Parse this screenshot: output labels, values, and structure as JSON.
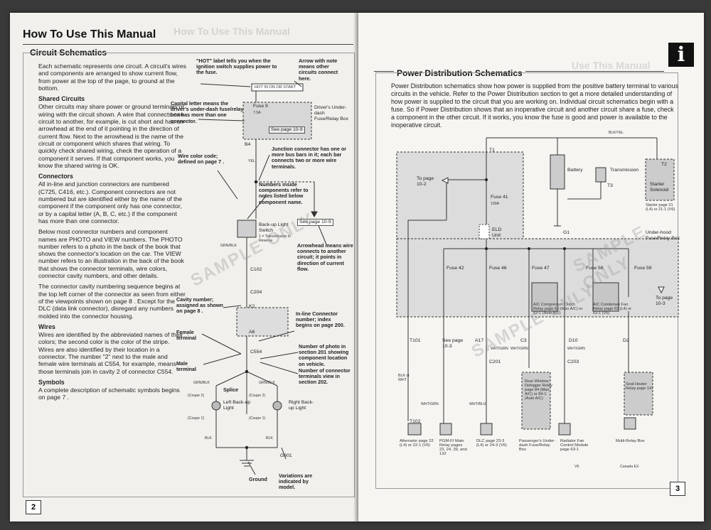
{
  "left_page": {
    "title": "How To Use This Manual",
    "ghost_title": "How To Use This Manual",
    "section": "Circuit Schematics",
    "intro": "Each schematic represents one circuit. A circuit's wires and components are arranged to show current flow, from power at the top of the page, to ground at the bottom.",
    "shared_heading": "Shared Circuits",
    "shared_text": "Other circuits may share power or ground terminals or wiring with the circuit shown. A wire that connects one circuit to another, for example, is cut short and has an arrowhead at the end of it pointing in the direction of current flow. Next to the arrowhead is the name of the circuit or component which shares that wiring. To quickly check shared wiring, check the operation of a component it serves. If that component works, you know the shared wiring is OK.",
    "connectors_heading": "Connectors",
    "connectors_text": "All in-line and junction connectors are numbered (C725, C416, etc.). Component connectors are not numbered but are identified either by the name of the component if the component only has one connector, or by a capital letter (A, B, C, etc.) if the component has more than one connector.",
    "photo_text": "Below most connector numbers and component names are PHOTO and VIEW numbers. The PHOTO number refers to a photo in the back of the book that shows the connector's location on the car. The VIEW number refers to an illustration in the back of the book that shows the connector terminals, wire colors, connector cavity numbers, and other details.",
    "cavity_text": "The connector cavity numbering sequence begins at the top left corner of the connector as seen from either of the viewpoints shown on page 8 . Except for the DLC (data link connector), disregard any numbers molded into the connector housing.",
    "wires_heading": "Wires",
    "wires_text": "Wires are identified by the abbreviated names of their colors; the second color is the color of the stripe. Wires are also identified by their location in a connector. The number \"2\" next to the male and female wire terminals at C554, for example, means those terminals join in cavity 2 of connector C554.",
    "symbols_heading": "Symbols",
    "symbols_text": "A complete description of schematic symbols begins on page 7 .",
    "page_number": "2",
    "annotations": {
      "hot_label": "\"HOT\" label tells you when the ignition switch supplies power to the fuse.",
      "arrow_note": "Arrow with note means other circuits connect here.",
      "capital_letter": "Capital letter means the driver's under-dash fuse/relay box has more than one connector.",
      "wire_color": "Wire color code; defined on page 7 .",
      "junction": "Junction connector has one or more bus bars in it; each bar connects two or more wire terminals.",
      "numbers_inside": "Numbers inside components refer to notes listed below component name.",
      "arrowhead": "Arrowhead means wire connects to another circuit; it points in direction of current flow.",
      "cavity_number": "Cavity number; assigned as shown on page 8 .",
      "inline": "In-line Connector number; index begins on page 200.",
      "female": "Female terminal",
      "male": "Male terminal",
      "photo_num": "Number of photo in section 201 showing component location on vehicle.",
      "connector_view": "Number of connector terminals view in section 202.",
      "splice": "Splice",
      "ground": "Ground",
      "variations": "Variations are indicated by model."
    },
    "diagram": {
      "hot_box": "HOT IN ON OR START",
      "fuse": "Fuse 9",
      "fuse_amp": "7.5A",
      "see_page": "See page 10-9",
      "driver_box": "Driver's Under-dash Fuse/Relay Box",
      "b4": "B4",
      "yel": "YEL",
      "see_page2": "See page 10-9",
      "backup_switch": "Back-up Light Switch",
      "trans_note": "1 = Transmission in Reverse",
      "grn_blk": "GRN/BLK",
      "c102": "C102",
      "c204": "C204",
      "k2": "K2",
      "a6": "A6",
      "c554": "C554",
      "left_light": "Left Back-up Light",
      "right_light": "Right Back-up Light",
      "coupe2": "(Coupe 2)",
      "coupe1": "(Coupe 1)",
      "blk": "BLK",
      "g601": "G601",
      "sample": "SAMPLE ONLY"
    }
  },
  "right_page": {
    "ghost_title": "Use This Manual",
    "section": "Power Distribution Schematics",
    "intro": "Power Distribution schematics show how power is supplied from the positive battery terminal to various circuits in the vehicle. Refer to the Power Distribution section to get a more detailed understanding of how power is supplied to the circuit that you are working on. Individual circuit schematics begin with a fuse. So if Power Distribution shows that an inoperative circuit and another circuit share a fuse, check a component in the other circuit. If it works, you know the fuse is good and power is available to the inoperative circuit.",
    "icon_letter": "i",
    "page_number": "3",
    "diagram": {
      "blk_yel": "BLK/YEL",
      "t1": "T1",
      "battery": "Battery",
      "transmission": "Transmission",
      "t2": "T2",
      "t3": "T3",
      "starter_solenoid": "Starter Solenoid",
      "starter": "Starter page 21 (L4) or 21-1 (V6)",
      "underhood": "Under-hood Fuse/Relay Box",
      "to_page": "To page 10-2",
      "fuse41": "Fuse 41",
      "fuse41_amp": "100A",
      "eld": "ELD Unit",
      "g1": "G1",
      "fuse42": "Fuse 42",
      "fuse46": "Fuse 46",
      "fuse47": "Fuse 47",
      "fuse58": "Fuse 58",
      "fuse59": "Fuse 59",
      "ac_clutch": "A/C Compressor Clutch Relay page 62 (Man A/C) or 62-1 (Auto A/C)",
      "ac_condenser": "A/C Condenser Fan Relay page 63 (L4) or 63-1 (V6)",
      "to_page3": "To page 10-3",
      "t101": "T101",
      "see_page": "See page 10-3",
      "a17": "A17",
      "c3": "C3",
      "d10": "D10",
      "d2": "D2",
      "c201": "C201",
      "c203": "C203",
      "wht_grn": "WHT/GRN",
      "wht_blu": "WHT/BLU",
      "blk_or_wht": "BLK or WHT",
      "t102": "T102",
      "alternator": "Alternator page 22 (L4) or 22-1 (V6)",
      "pgm": "PGM-FI Main Relay pages 23, 24, 39, and 132",
      "dlc": "DLC page 23-3 (L4) or 24-3 (V6)",
      "defogger": "Rear Window Defogger Relay page 84 (Man A/C) or 84-1 (Auto A/C)",
      "passenger": "Passenger's Under-dash Fuse/Relay Box",
      "radiator": "Radiator Fan Control Module page 63-1",
      "seat_heater": "Seat Heater Relay page 147",
      "multi_relay": "Multi-Relay Box",
      "v6": "V6",
      "canada": "Canada EX",
      "sample": "SAMPLE ONLY"
    }
  }
}
